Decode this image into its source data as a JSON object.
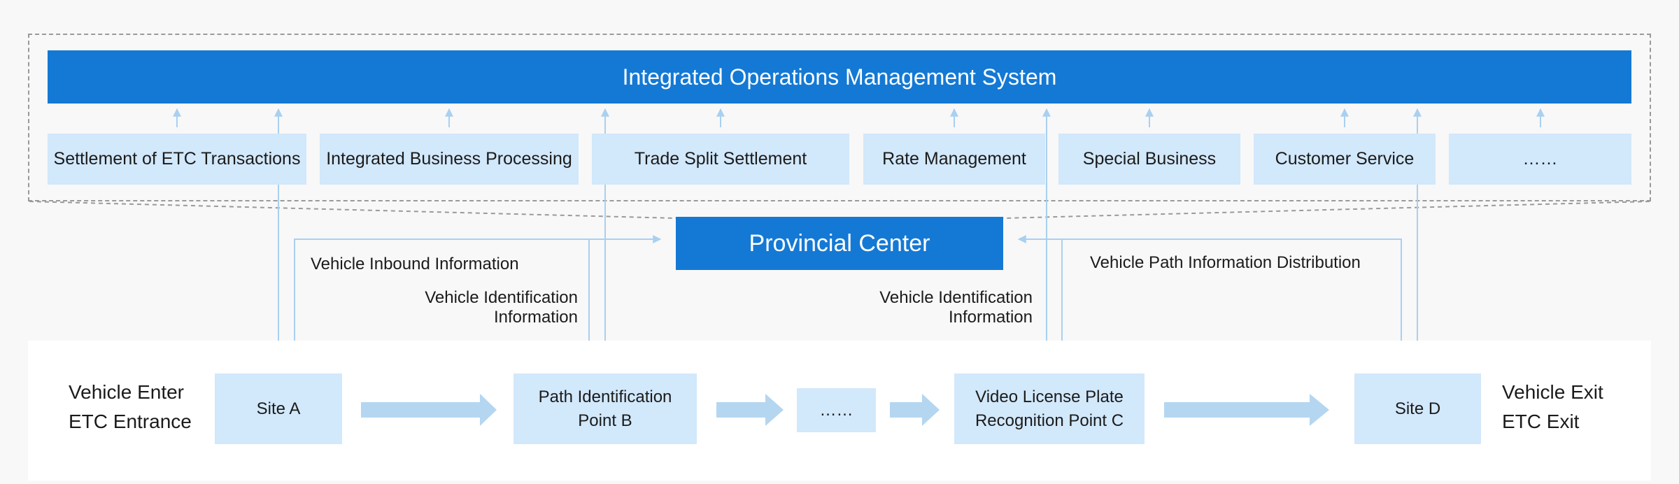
{
  "system": {
    "title": "Integrated Operations Management System"
  },
  "modules": [
    {
      "label": "Settlement of ETC Transactions"
    },
    {
      "label": "Integrated Business Processing"
    },
    {
      "label": "Trade Split Settlement"
    },
    {
      "label": "Rate Management"
    },
    {
      "label": "Special Business"
    },
    {
      "label": "Customer Service"
    },
    {
      "label": "……"
    }
  ],
  "provincial_center": {
    "title": "Provincial Center"
  },
  "flow_labels": {
    "inbound": "Vehicle Inbound Information",
    "ident_left_line1": "Vehicle Identification",
    "ident_left_line2": "Information",
    "ident_right_line1": "Vehicle Identification",
    "ident_right_line2": "Information",
    "path_distribution": "Vehicle Path Information Distribution"
  },
  "entrance": {
    "line1": "Vehicle Enter",
    "line2": "ETC Entrance"
  },
  "exit": {
    "line1": "Vehicle Exit",
    "line2": "ETC Exit"
  },
  "sites": [
    {
      "line1": "Site A",
      "line2": ""
    },
    {
      "line1": "Path Identification",
      "line2": "Point B"
    },
    {
      "line1": "……",
      "line2": ""
    },
    {
      "line1": "Video License Plate",
      "line2": "Recognition Point C"
    },
    {
      "line1": "Site D",
      "line2": ""
    }
  ],
  "colors": {
    "primary_blue": "#1479d4",
    "light_blue": "#d2e8fb",
    "line_blue": "#a9d0f0",
    "arrow_blue": "#b5d6f0"
  }
}
